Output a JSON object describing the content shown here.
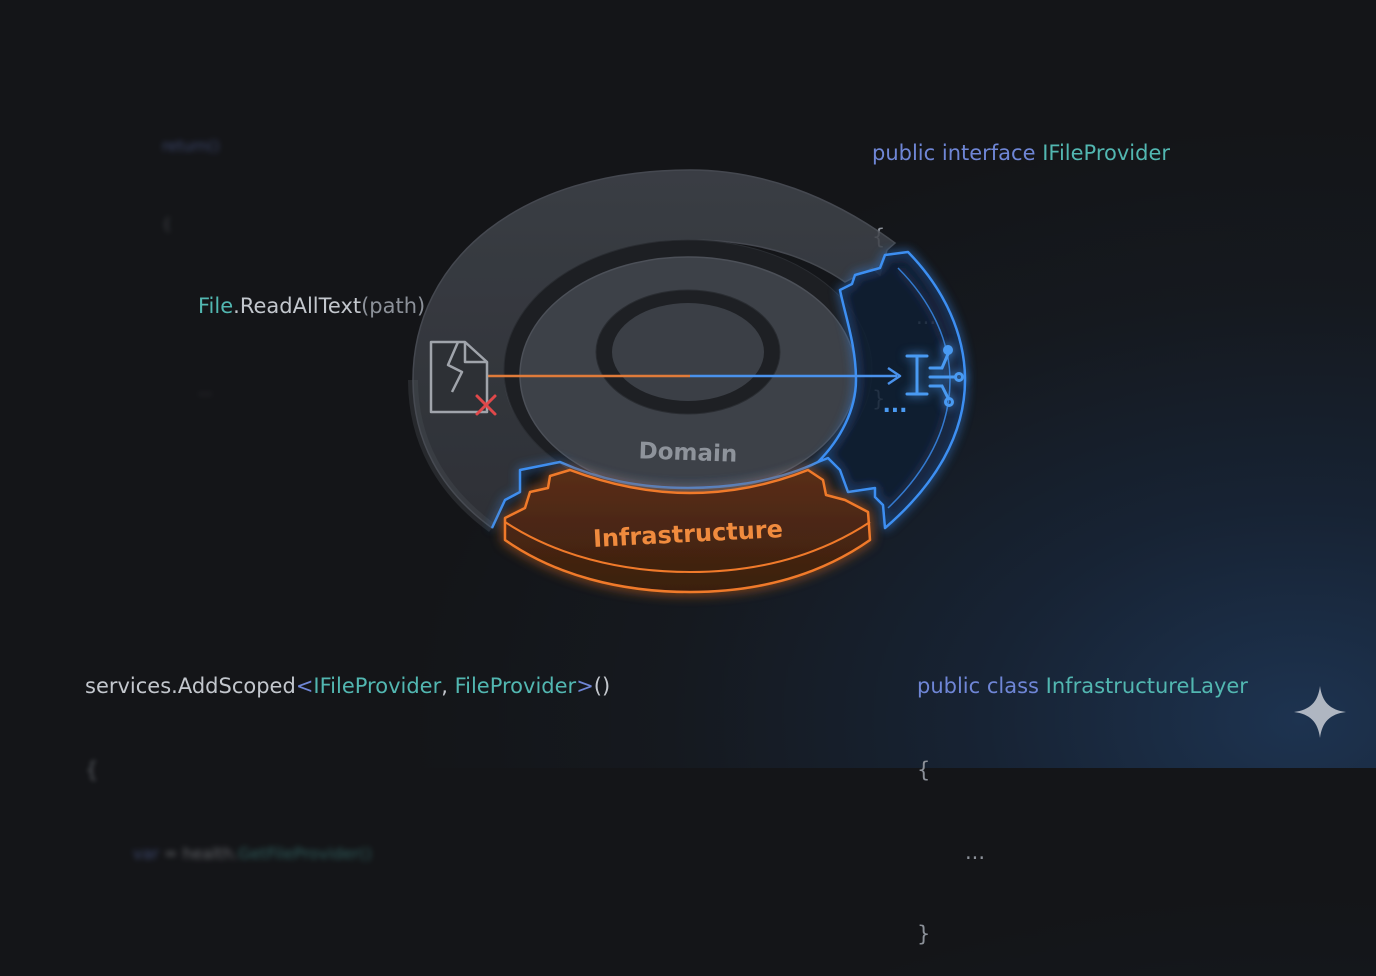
{
  "snippets": {
    "top_left": {
      "line1": "return()",
      "line2": "{",
      "call_class": "File",
      "call_dot": ".",
      "call_method": "ReadAllText",
      "call_args": "(path)",
      "line4": "..."
    },
    "top_right": {
      "kw": "public interface ",
      "name": "IFileProvider",
      "open": "{",
      "dots": "...",
      "close": "}"
    },
    "bottom_left": {
      "prefix": "services.AddScoped",
      "lt": "<",
      "t1": "IFileProvider",
      "comma": ", ",
      "t2": "FileProvider",
      "gt": ">",
      "parens": "()",
      "open": "{",
      "blur_left": "var",
      "blur_mid": " = health.",
      "blur_right": "GetFileProvider()"
    },
    "bottom_right": {
      "kw": "public class ",
      "name": "InfrastructureLayer",
      "open": "{",
      "dots": "...",
      "close": "}"
    }
  },
  "diagram": {
    "domain_label": "Domain",
    "infrastructure_label": "Infrastructure",
    "left_icon": "broken-file-error-icon",
    "right_icon": "interface-network-icon",
    "right_icon_dots": "...",
    "colors": {
      "orange": "#f07a2c",
      "blue": "#3d8ff2",
      "red": "#e0484a",
      "ring_gray": "#3a3e45"
    }
  },
  "watermark_icon": "sparkle-icon"
}
